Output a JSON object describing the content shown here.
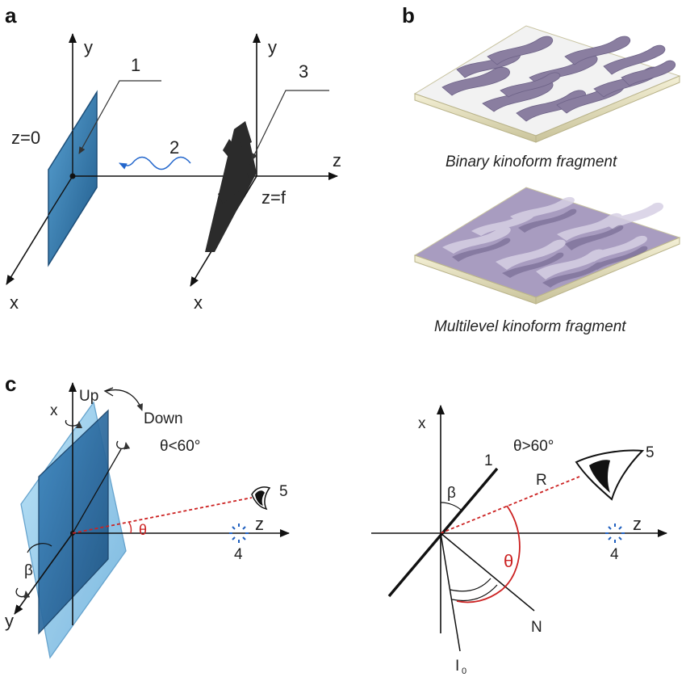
{
  "panel_a": {
    "letter": "a",
    "left_axis_y": "y",
    "left_axis_x": "x",
    "plane_label": "z=0",
    "label_1": "1",
    "label_2": "2",
    "label_3": "3",
    "right_axis_y": "y",
    "right_axis_x": "x",
    "axis_z": "z",
    "focal_label": "z=f",
    "colors": {
      "plane": "#3a7fb0",
      "wave": "#2266cc",
      "letter_glyph": "#2b2b2b"
    }
  },
  "panel_b": {
    "letter": "b",
    "caption_binary": "Binary kinoform fragment",
    "caption_multilevel": "Multilevel kinoform fragment",
    "colors": {
      "relief": "#8a7ea0",
      "base": "#e8e4c8",
      "top": "#f2f2f2"
    }
  },
  "panel_c": {
    "letter": "c",
    "left": {
      "axis_x": "x",
      "up": "Up",
      "down": "Down",
      "condition": "θ<60°",
      "axis_z": "z",
      "axis_y": "y",
      "beta": "β",
      "theta": "θ",
      "label_5": "5",
      "label_4": "4"
    },
    "right": {
      "axis_x": "x",
      "condition": "θ>60°",
      "label_1": "1",
      "beta": "β",
      "R": "R",
      "label_5": "5",
      "axis_z": "z",
      "theta": "θ",
      "label_4": "4",
      "N": "N",
      "I0": "I",
      "I0_sub": "0"
    },
    "colors": {
      "plane_front": "#2d6fa6",
      "plane_back": "#8fc9ea",
      "ray": "#cc2222",
      "source": "#1f5fbf"
    }
  }
}
